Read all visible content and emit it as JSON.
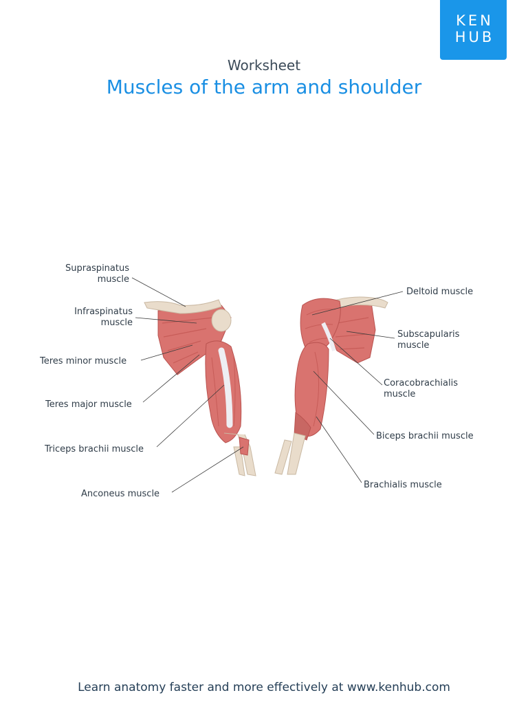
{
  "logo": {
    "line1": "KEN",
    "line2": "HUB"
  },
  "header": {
    "kicker": "Worksheet",
    "title": "Muscles of the arm and shoulder"
  },
  "labels": {
    "supraspinatus": [
      "Supraspinatus",
      "muscle"
    ],
    "infraspinatus": [
      "Infraspinatus",
      "muscle"
    ],
    "teres_minor": "Teres minor muscle",
    "teres_major": "Teres major muscle",
    "triceps": "Triceps brachii muscle",
    "anconeus": "Anconeus muscle",
    "deltoid": "Deltoid muscle",
    "subscapularis": [
      "Subscapularis",
      "muscle"
    ],
    "coracobrachialis": [
      "Coracobrachialis",
      "muscle"
    ],
    "biceps": "Biceps brachii muscle",
    "brachialis": "Brachialis muscle"
  },
  "colors": {
    "brand": "#1a96e9",
    "muscle": "#d9736f",
    "muscle_dark": "#b9524f",
    "bone": "#e9dccb",
    "tendon": "#eeeef3"
  },
  "footer": {
    "text": "Learn anatomy faster and more effectively at www.kenhub.com"
  }
}
